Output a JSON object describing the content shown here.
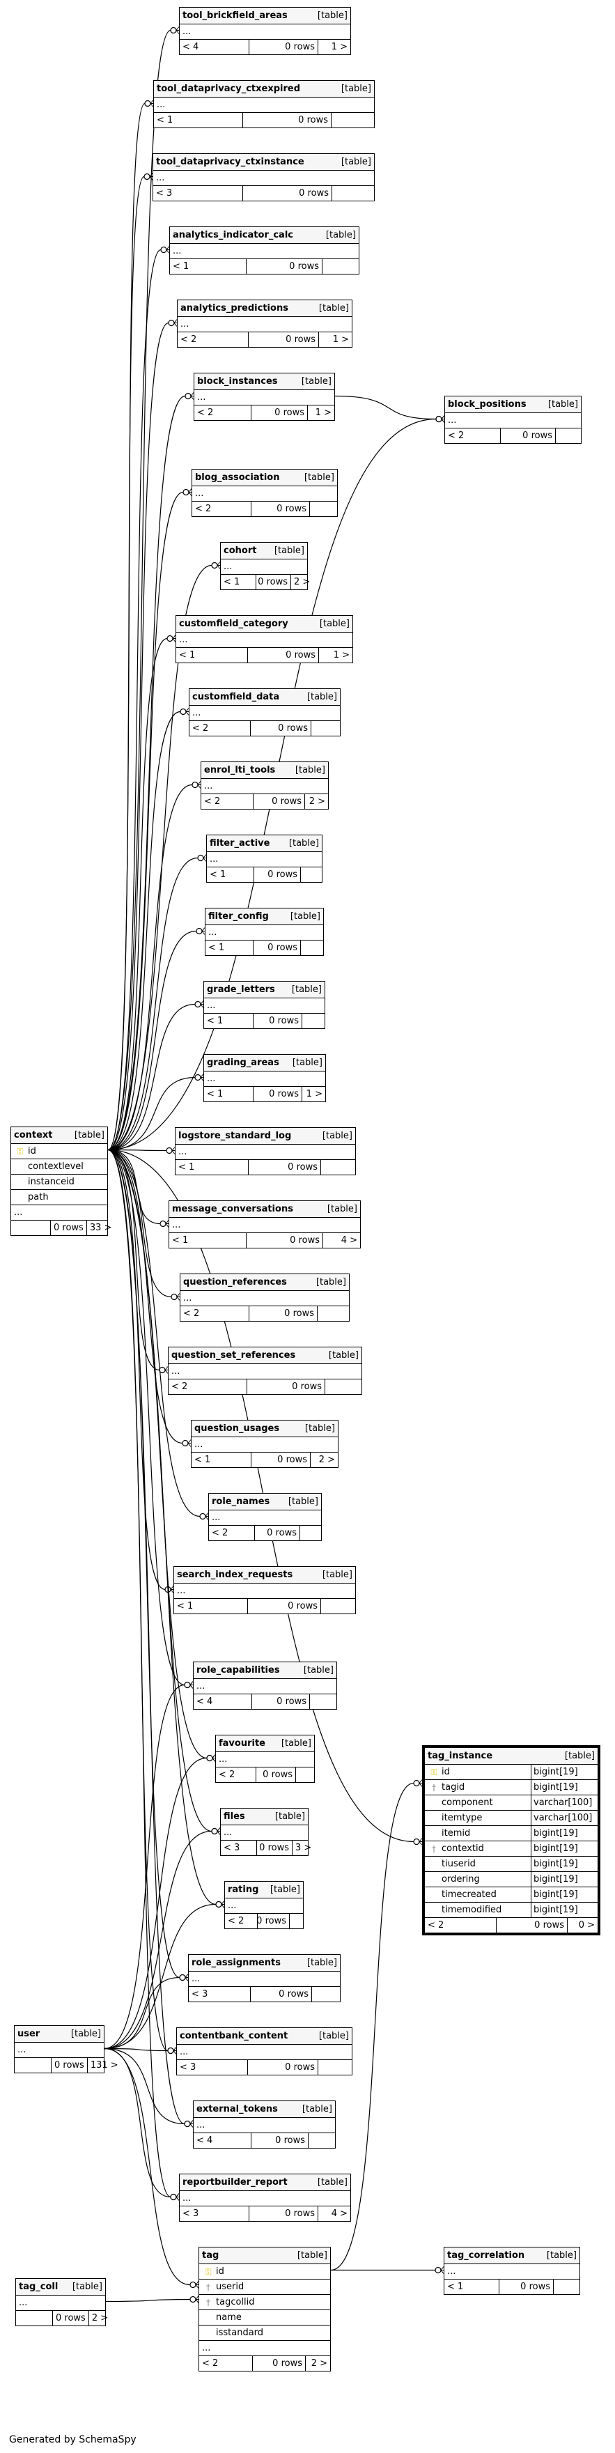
{
  "footer_text": "Generated by SchemaSpy",
  "tables": [
    {
      "id": "tool_brickfield_areas",
      "name": "tool_brickfield_areas",
      "type": "[table]",
      "cols": [],
      "ell": "...",
      "f1": "< 4",
      "f2": "0 rows",
      "f3": "1 >"
    },
    {
      "id": "tool_dataprivacy_ctxexpired",
      "name": "tool_dataprivacy_ctxexpired",
      "type": "[table]",
      "cols": [],
      "ell": "...",
      "f1": "< 1",
      "f2": "0 rows",
      "f3": ""
    },
    {
      "id": "tool_dataprivacy_ctxinstance",
      "name": "tool_dataprivacy_ctxinstance",
      "type": "[table]",
      "cols": [],
      "ell": "...",
      "f1": "< 3",
      "f2": "0 rows",
      "f3": ""
    },
    {
      "id": "analytics_indicator_calc",
      "name": "analytics_indicator_calc",
      "type": "[table]",
      "cols": [],
      "ell": "...",
      "f1": "< 1",
      "f2": "0 rows",
      "f3": ""
    },
    {
      "id": "analytics_predictions",
      "name": "analytics_predictions",
      "type": "[table]",
      "cols": [],
      "ell": "...",
      "f1": "< 2",
      "f2": "0 rows",
      "f3": "1 >"
    },
    {
      "id": "block_instances",
      "name": "block_instances",
      "type": "[table]",
      "cols": [],
      "ell": "...",
      "f1": "< 2",
      "f2": "0 rows",
      "f3": "1 >"
    },
    {
      "id": "block_positions",
      "name": "block_positions",
      "type": "[table]",
      "cols": [],
      "ell": "...",
      "f1": "< 2",
      "f2": "0 rows",
      "f3": ""
    },
    {
      "id": "blog_association",
      "name": "blog_association",
      "type": "[table]",
      "cols": [],
      "ell": "...",
      "f1": "< 2",
      "f2": "0 rows",
      "f3": ""
    },
    {
      "id": "cohort",
      "name": "cohort",
      "type": "[table]",
      "cols": [],
      "ell": "...",
      "f1": "< 1",
      "f2": "0 rows",
      "f3": "2 >"
    },
    {
      "id": "customfield_category",
      "name": "customfield_category",
      "type": "[table]",
      "cols": [],
      "ell": "...",
      "f1": "< 1",
      "f2": "0 rows",
      "f3": "1 >"
    },
    {
      "id": "customfield_data",
      "name": "customfield_data",
      "type": "[table]",
      "cols": [],
      "ell": "...",
      "f1": "< 2",
      "f2": "0 rows",
      "f3": ""
    },
    {
      "id": "enrol_lti_tools",
      "name": "enrol_lti_tools",
      "type": "[table]",
      "cols": [],
      "ell": "...",
      "f1": "< 2",
      "f2": "0 rows",
      "f3": "2 >"
    },
    {
      "id": "filter_active",
      "name": "filter_active",
      "type": "[table]",
      "cols": [],
      "ell": "...",
      "f1": "< 1",
      "f2": "0 rows",
      "f3": ""
    },
    {
      "id": "filter_config",
      "name": "filter_config",
      "type": "[table]",
      "cols": [],
      "ell": "...",
      "f1": "< 1",
      "f2": "0 rows",
      "f3": ""
    },
    {
      "id": "grade_letters",
      "name": "grade_letters",
      "type": "[table]",
      "cols": [],
      "ell": "...",
      "f1": "< 1",
      "f2": "0 rows",
      "f3": ""
    },
    {
      "id": "grading_areas",
      "name": "grading_areas",
      "type": "[table]",
      "cols": [],
      "ell": "...",
      "f1": "< 1",
      "f2": "0 rows",
      "f3": "1 >"
    },
    {
      "id": "logstore_standard_log",
      "name": "logstore_standard_log",
      "type": "[table]",
      "cols": [],
      "ell": "...",
      "f1": "< 1",
      "f2": "0 rows",
      "f3": ""
    },
    {
      "id": "message_conversations",
      "name": "message_conversations",
      "type": "[table]",
      "cols": [],
      "ell": "...",
      "f1": "< 1",
      "f2": "0 rows",
      "f3": "4 >"
    },
    {
      "id": "question_references",
      "name": "question_references",
      "type": "[table]",
      "cols": [],
      "ell": "...",
      "f1": "< 2",
      "f2": "0 rows",
      "f3": ""
    },
    {
      "id": "question_set_references",
      "name": "question_set_references",
      "type": "[table]",
      "cols": [],
      "ell": "...",
      "f1": "< 2",
      "f2": "0 rows",
      "f3": ""
    },
    {
      "id": "question_usages",
      "name": "question_usages",
      "type": "[table]",
      "cols": [],
      "ell": "...",
      "f1": "< 1",
      "f2": "0 rows",
      "f3": "2 >"
    },
    {
      "id": "role_names",
      "name": "role_names",
      "type": "[table]",
      "cols": [],
      "ell": "...",
      "f1": "< 2",
      "f2": "0 rows",
      "f3": ""
    },
    {
      "id": "search_index_requests",
      "name": "search_index_requests",
      "type": "[table]",
      "cols": [],
      "ell": "...",
      "f1": "< 1",
      "f2": "0 rows",
      "f3": ""
    },
    {
      "id": "context",
      "name": "context",
      "type": "[table]",
      "cols": [
        {
          "n": "id",
          "i": "pk"
        },
        {
          "n": "contextlevel",
          "i": ""
        },
        {
          "n": "instanceid",
          "i": ""
        },
        {
          "n": "path",
          "i": ""
        }
      ],
      "ell": "...",
      "f1": "",
      "f2": "0 rows",
      "f3": "33 >"
    },
    {
      "id": "role_capabilities",
      "name": "role_capabilities",
      "type": "[table]",
      "cols": [],
      "ell": "...",
      "f1": "< 4",
      "f2": "0 rows",
      "f3": ""
    },
    {
      "id": "favourite",
      "name": "favourite",
      "type": "[table]",
      "cols": [],
      "ell": "...",
      "f1": "< 2",
      "f2": "0 rows",
      "f3": ""
    },
    {
      "id": "files",
      "name": "files",
      "type": "[table]",
      "cols": [],
      "ell": "...",
      "f1": "< 3",
      "f2": "0 rows",
      "f3": "3 >"
    },
    {
      "id": "rating",
      "name": "rating",
      "type": "[table]",
      "cols": [],
      "ell": "...",
      "f1": "< 2",
      "f2": "0 rows",
      "f3": ""
    },
    {
      "id": "role_assignments",
      "name": "role_assignments",
      "type": "[table]",
      "cols": [],
      "ell": "...",
      "f1": "< 3",
      "f2": "0 rows",
      "f3": ""
    },
    {
      "id": "contentbank_content",
      "name": "contentbank_content",
      "type": "[table]",
      "cols": [],
      "ell": "...",
      "f1": "< 3",
      "f2": "0 rows",
      "f3": ""
    },
    {
      "id": "external_tokens",
      "name": "external_tokens",
      "type": "[table]",
      "cols": [],
      "ell": "...",
      "f1": "< 4",
      "f2": "0 rows",
      "f3": ""
    },
    {
      "id": "reportbuilder_report",
      "name": "reportbuilder_report",
      "type": "[table]",
      "cols": [],
      "ell": "...",
      "f1": "< 3",
      "f2": "0 rows",
      "f3": "4 >"
    },
    {
      "id": "user",
      "name": "user",
      "type": "[table]",
      "cols": [],
      "ell": "...",
      "f1": "",
      "f2": "0 rows",
      "f3": "131 >"
    },
    {
      "id": "tag_instance",
      "name": "tag_instance",
      "type": "[table]",
      "cols": [
        {
          "n": "id",
          "t": "bigint[19]",
          "i": "pk"
        },
        {
          "n": "tagid",
          "t": "bigint[19]",
          "i": "fk"
        },
        {
          "n": "component",
          "t": "varchar[100]",
          "i": ""
        },
        {
          "n": "itemtype",
          "t": "varchar[100]",
          "i": ""
        },
        {
          "n": "itemid",
          "t": "bigint[19]",
          "i": ""
        },
        {
          "n": "contextid",
          "t": "bigint[19]",
          "i": "fk"
        },
        {
          "n": "tiuserid",
          "t": "bigint[19]",
          "i": ""
        },
        {
          "n": "ordering",
          "t": "bigint[19]",
          "i": ""
        },
        {
          "n": "timecreated",
          "t": "bigint[19]",
          "i": ""
        },
        {
          "n": "timemodified",
          "t": "bigint[19]",
          "i": ""
        }
      ],
      "ell": "",
      "f1": "< 2",
      "f2": "0 rows",
      "f3": "0 >"
    },
    {
      "id": "tag",
      "name": "tag",
      "type": "[table]",
      "cols": [
        {
          "n": "id",
          "i": "pk"
        },
        {
          "n": "userid",
          "i": "fk"
        },
        {
          "n": "tagcollid",
          "i": "fk"
        },
        {
          "n": "name",
          "i": ""
        },
        {
          "n": "isstandard",
          "i": ""
        }
      ],
      "ell": "...",
      "f1": "< 2",
      "f2": "0 rows",
      "f3": "2 >"
    },
    {
      "id": "tag_correlation",
      "name": "tag_correlation",
      "type": "[table]",
      "cols": [],
      "ell": "...",
      "f1": "< 1",
      "f2": "0 rows",
      "f3": ""
    },
    {
      "id": "tag_coll",
      "name": "tag_coll",
      "type": "[table]",
      "cols": [],
      "ell": "...",
      "f1": "",
      "f2": "0 rows",
      "f3": "2 >"
    }
  ]
}
